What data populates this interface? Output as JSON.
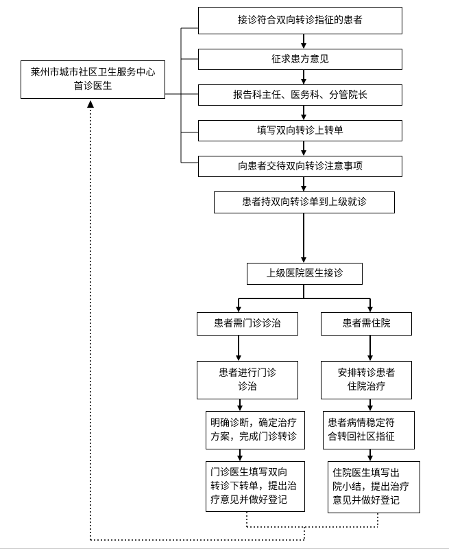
{
  "nodes": {
    "left_center": "莱州市城市社区卫生服务中心\n首诊医生",
    "step1": "接诊符合双向转诊指征的患者",
    "step2": "征求患方意见",
    "step3": "报告科主任、医务科、分管院长",
    "step4": "填写双向转诊上转单",
    "step5": "向患者交待双向转诊注意事项",
    "step6": "患者持双向转诊单到上级就诊",
    "step7": "上级医院医生接诊",
    "outpatient": "患者需门诊诊治",
    "inpatient": "患者需住院",
    "outpatient_treat": "患者进行门诊\n诊治",
    "inpatient_arrange": "安排转诊患者\n住院治疗",
    "outpatient_diag": "明确诊断，确定治疗\n方案，完成门诊转诊",
    "inpatient_stable": "患者病情稳定符\n合转回社区指征",
    "outpatient_fill": "门诊医生填写双向\n转诊下转单，提出治\n疗意见并做好登记",
    "inpatient_fill": "住院医生填写出\n院小结，提出治疗\n意见并做好登记"
  }
}
